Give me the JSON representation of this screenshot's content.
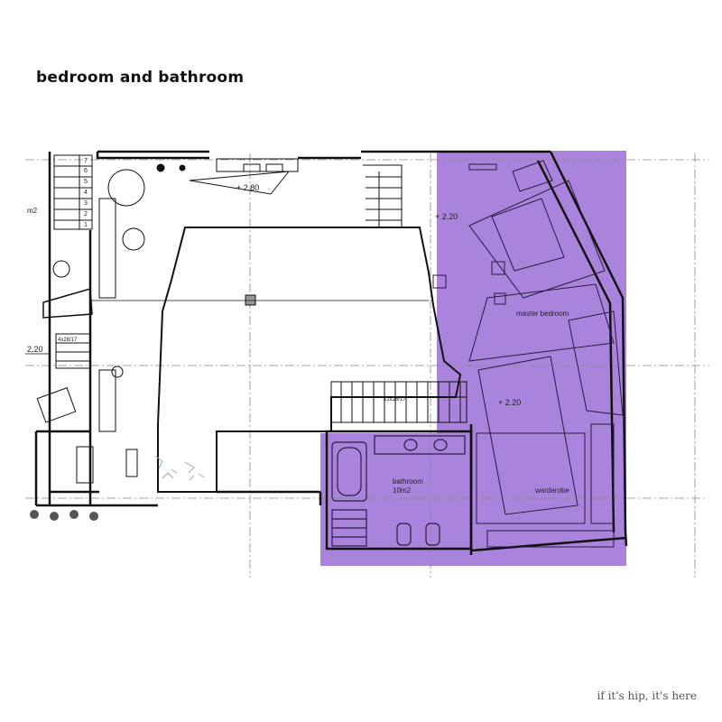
{
  "title": "bedroom and bathroom",
  "watermark": "if it's hip, it's here",
  "highlight_color": "#9b6fd6",
  "rooms": {
    "master_bedroom": "master bedroom",
    "bathroom": "bathroom",
    "bathroom_area": "10m2",
    "wardrobe": "warderobe"
  },
  "levels": {
    "level_a": "+ 2.80",
    "level_b": "+ 2.20",
    "level_c": "+ 2.20",
    "level_left": "2.20"
  },
  "stair_labels": {
    "stair_a": "4x28/17",
    "stair_b": "12x28/17"
  },
  "step_numbers": [
    "1",
    "2",
    "3",
    "4",
    "5",
    "6",
    "7"
  ],
  "edge_text": "m2"
}
